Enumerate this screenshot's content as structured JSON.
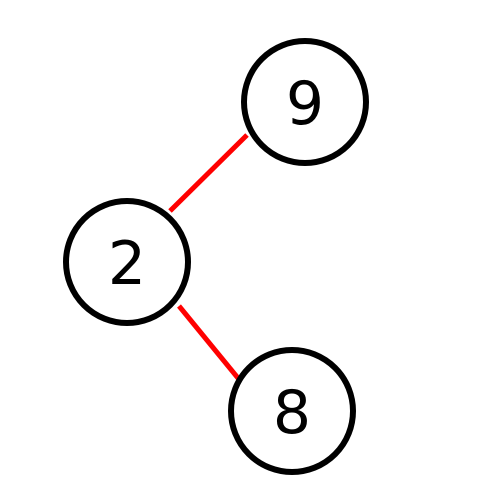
{
  "colors": {
    "edge": "#ff0000",
    "node_border": "#000000",
    "node_fill": "#ffffff",
    "background": "#ffffff"
  },
  "nodes": [
    {
      "id": "node-9",
      "label": "9"
    },
    {
      "id": "node-2",
      "label": "2"
    },
    {
      "id": "node-8",
      "label": "8"
    }
  ],
  "edges": [
    {
      "from": "node-2",
      "to": "node-9"
    },
    {
      "from": "node-2",
      "to": "node-8"
    }
  ]
}
